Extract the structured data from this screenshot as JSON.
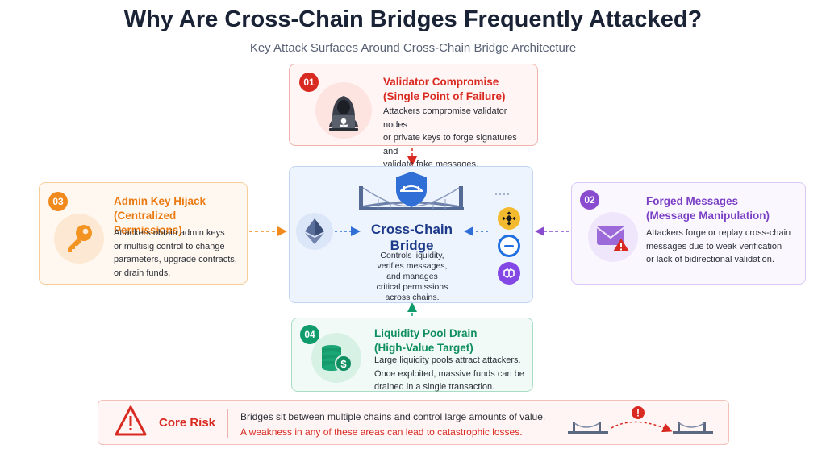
{
  "header": {
    "title": "Why Are Cross-Chain Bridges Frequently Attacked?",
    "subtitle": "Key Attack Surfaces Around Cross-Chain Bridge Architecture"
  },
  "cards": {
    "validator": {
      "number": "01",
      "title_line1": "Validator Compromise",
      "title_line2": "(Single Point of Failure)",
      "desc": [
        "Attackers compromise validator nodes",
        "or private keys to forge signatures and",
        "validate fake messages."
      ],
      "icon": "hacker-laptop-icon",
      "color": "#d92a22"
    },
    "forged": {
      "number": "02",
      "title_line1": "Forged Messages",
      "title_line2": "(Message Manipulation)",
      "desc": [
        "Attackers forge or replay cross-chain",
        "messages due to weak verification",
        "or lack of bidirectional validation."
      ],
      "icon": "envelope-warning-icon",
      "color": "#7b3fc4"
    },
    "admin": {
      "number": "03",
      "title_line1": "Admin Key Hijack",
      "title_line2": "(Centralized Permissions)",
      "desc": [
        "Attackers obtain admin keys",
        "or multisig control to change",
        "parameters, upgrade contracts,",
        "or drain funds."
      ],
      "icon": "key-icon",
      "color": "#ea7a12"
    },
    "liquidity": {
      "number": "04",
      "title_line1": "Liquidity Pool Drain",
      "title_line2": "(High-Value Target)",
      "desc": [
        "Large liquidity pools attract attackers.",
        "Once exploited, massive funds can be",
        "drained in a single transaction."
      ],
      "icon": "coin-stack-icon",
      "color": "#0f8e61"
    }
  },
  "bridge": {
    "title_line1": "Cross-Chain",
    "title_line2": "Bridge",
    "desc": [
      "Controls liquidity,",
      "verifies messages,",
      "and manages",
      "critical permissions",
      "across chains."
    ],
    "left_chain": "ethereum-icon",
    "right_chains": [
      "bnb-icon",
      "circle-chain-icon",
      "polygon-icon"
    ]
  },
  "core_risk": {
    "label": "Core Risk",
    "line1": "Bridges sit between multiple chains and control large amounts of value.",
    "line2": "A weakness in any of these areas can lead to catastrophic losses.",
    "alert_mark": "!",
    "colors": {
      "accent": "#d92a22"
    }
  }
}
